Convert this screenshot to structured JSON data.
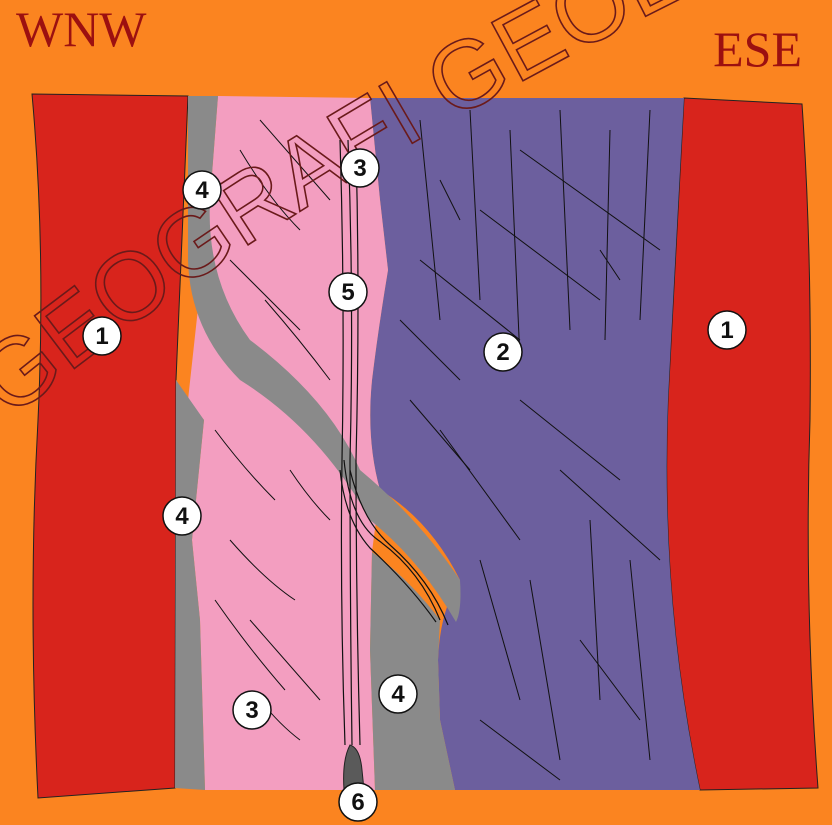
{
  "labels": {
    "left_direction": "WNW",
    "right_direction": "ESE"
  },
  "watermark": {
    "text": "GEOGRAFI GEOLOGICZNA",
    "color": "#6a1a1a"
  },
  "units": [
    {
      "number": "1",
      "fill": "#d8241c"
    },
    {
      "number": "2",
      "fill": "#6c5f9e"
    },
    {
      "number": "3",
      "fill": "#f39ec0"
    },
    {
      "number": "4",
      "fill": "#8a8a8a"
    },
    {
      "number": "5",
      "fill": "#f39ec0"
    },
    {
      "number": "6",
      "fill": "#5a5a5a"
    }
  ],
  "colors": {
    "background": "#fb8420",
    "outline": "#111111"
  }
}
